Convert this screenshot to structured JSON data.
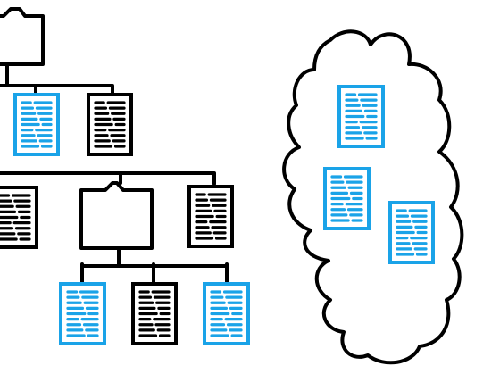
{
  "colors": {
    "ink": "#000000",
    "accent_blue": "#1aa3e8",
    "background": "#ffffff"
  },
  "diagram": {
    "left_panel": {
      "kind": "folder-tree",
      "root": {
        "type": "folder",
        "icon": "folder-icon",
        "children": [
          {
            "type": "document",
            "variant": "blue",
            "icon": "document-icon"
          },
          {
            "type": "document",
            "variant": "black",
            "icon": "document-icon",
            "children": [
              {
                "type": "document",
                "variant": "black",
                "icon": "document-icon"
              },
              {
                "type": "folder",
                "icon": "folder-icon",
                "children": [
                  {
                    "type": "document",
                    "variant": "blue",
                    "icon": "document-icon"
                  },
                  {
                    "type": "document",
                    "variant": "black",
                    "icon": "document-icon"
                  },
                  {
                    "type": "document",
                    "variant": "blue",
                    "icon": "document-icon"
                  }
                ]
              },
              {
                "type": "document",
                "variant": "black",
                "icon": "document-icon"
              }
            ]
          }
        ]
      }
    },
    "right_panel": {
      "kind": "cloud",
      "icon": "cloud-icon",
      "documents": [
        {
          "type": "document",
          "variant": "blue",
          "icon": "document-icon"
        },
        {
          "type": "document",
          "variant": "blue",
          "icon": "document-icon"
        },
        {
          "type": "document",
          "variant": "blue",
          "icon": "document-icon"
        }
      ]
    }
  }
}
